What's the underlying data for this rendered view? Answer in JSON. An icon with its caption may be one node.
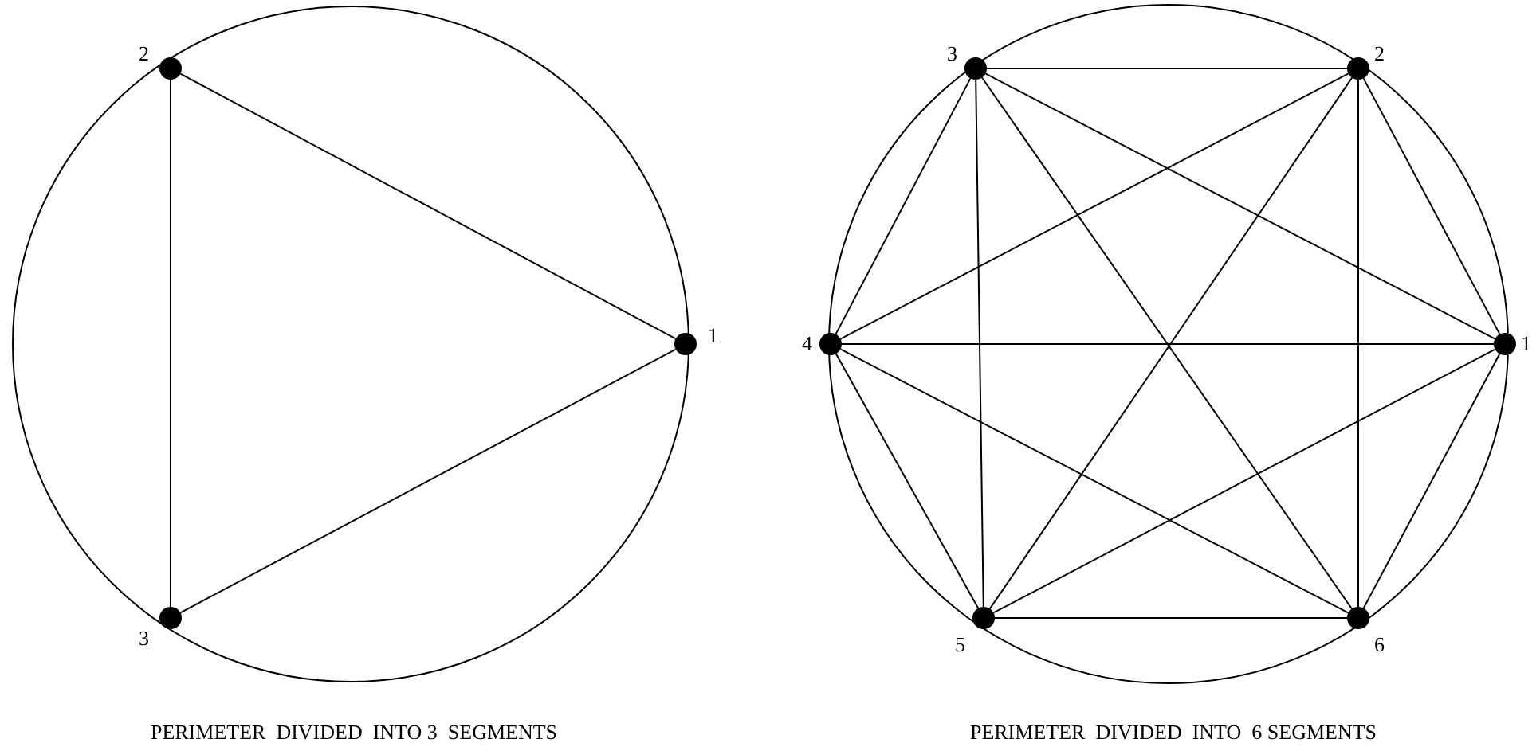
{
  "diagram": {
    "nodes": [
      {
        "text": [],
        "shape": "circle",
        "beside": [
          "1"
        ]
      },
      {
        "text": [],
        "shape": "circle",
        "beside": [
          "2"
        ]
      },
      {
        "text": [],
        "shape": "circle",
        "beside": [
          "3"
        ]
      },
      {
        "text": [],
        "shape": "circle",
        "beside": [
          "3"
        ]
      },
      {
        "text": [],
        "shape": "circle",
        "beside": [
          "2"
        ]
      },
      {
        "text": [],
        "shape": "circle",
        "beside": [
          "4"
        ]
      },
      {
        "text": [],
        "shape": "circle",
        "beside": [
          "1"
        ]
      },
      {
        "text": [],
        "shape": "circle",
        "beside": [
          "5"
        ]
      },
      {
        "text": [],
        "shape": "circle",
        "beside": [
          "6"
        ]
      }
    ],
    "edges": [
      {
        "from": 0,
        "to": 1,
        "arrow": "none"
      },
      {
        "from": 1,
        "to": 2,
        "arrow": "none"
      },
      {
        "from": 2,
        "to": 0,
        "arrow": "none"
      },
      {
        "from": 3,
        "to": 4,
        "arrow": "none"
      },
      {
        "from": 3,
        "to": 5,
        "arrow": "none"
      },
      {
        "from": 3,
        "to": 6,
        "arrow": "none"
      },
      {
        "from": 3,
        "to": 7,
        "arrow": "none"
      },
      {
        "from": 3,
        "to": 8,
        "arrow": "none"
      },
      {
        "from": 4,
        "to": 5,
        "arrow": "none"
      },
      {
        "from": 4,
        "to": 6,
        "arrow": "none"
      },
      {
        "from": 4,
        "to": 7,
        "arrow": "none"
      },
      {
        "from": 4,
        "to": 8,
        "arrow": "none"
      },
      {
        "from": 5,
        "to": 6,
        "arrow": "none"
      },
      {
        "from": 5,
        "to": 7,
        "arrow": "none"
      },
      {
        "from": 5,
        "to": 8,
        "arrow": "none"
      },
      {
        "from": 7,
        "to": 8,
        "arrow": "none"
      },
      {
        "from": 7,
        "to": 6,
        "arrow": "none"
      },
      {
        "from": 8,
        "to": 6,
        "arrow": "none"
      }
    ],
    "labels": [
      "PERIMETER  DIVIDED  INTO 3  SEGMENTS",
      "PERIMETER  DIVIDED  INTO  6 SEGMENTS"
    ]
  }
}
